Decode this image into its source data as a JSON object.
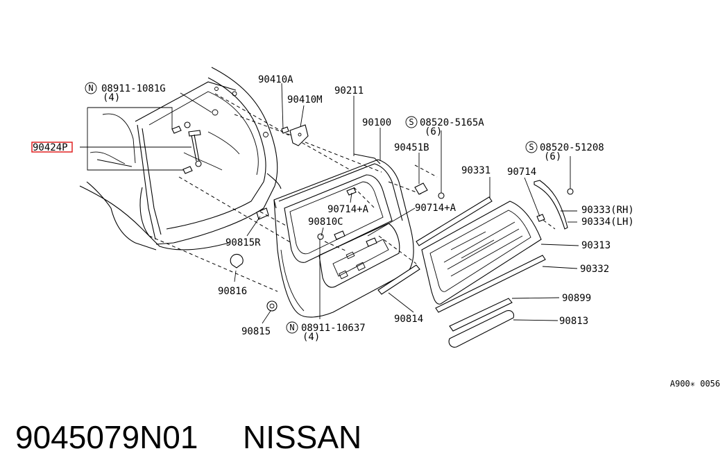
{
  "diagram": {
    "callouts": {
      "n_08911_1081g": {
        "symbol": "N",
        "number": "08911-1081G",
        "qty": "(4)"
      },
      "p_90424p": "90424P",
      "p_90410a": "90410A",
      "p_90410m": "90410M",
      "p_90211": "90211",
      "p_90100": "90100",
      "s_08520_5165a": {
        "symbol": "S",
        "number": "08520-5165A",
        "qty": "(6)"
      },
      "p_90451b": "90451B",
      "s_08520_51208": {
        "symbol": "S",
        "number": "08520-51208",
        "qty": "(6)"
      },
      "p_90331": "90331",
      "p_90714": "90714",
      "p_90714a_1": "90714+A",
      "p_90714a_2": "90714+A",
      "p_90333": "90333(RH)",
      "p_90334": "90334(LH)",
      "p_90810c": "90810C",
      "p_90815r": "90815R",
      "p_90313": "90313",
      "p_90332": "90332",
      "p_90816": "90816",
      "p_90899": "90899",
      "p_90815": "90815",
      "n_08911_10637": {
        "symbol": "N",
        "number": "08911-10637",
        "qty": "(4)"
      },
      "p_90814": "90814",
      "p_90813": "90813"
    },
    "figure_code": "A900✳ 0056",
    "highlight_color": "#e02020"
  },
  "footer": {
    "part_number": "9045079N01",
    "brand": "NISSAN"
  }
}
